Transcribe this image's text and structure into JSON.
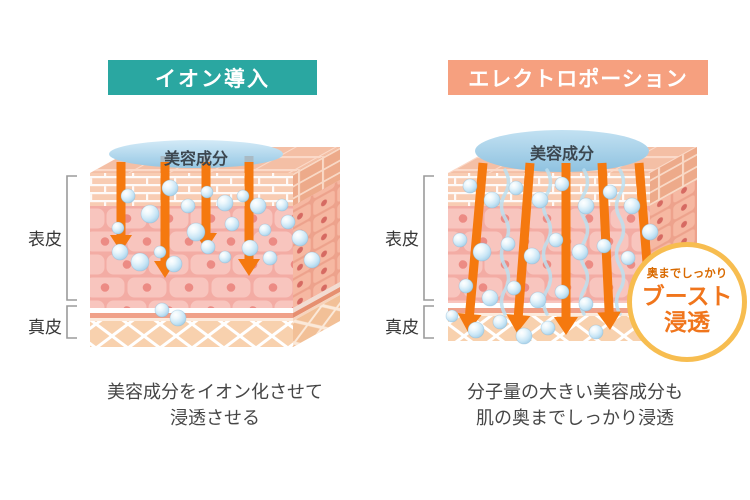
{
  "panels": {
    "left": {
      "header": "イオン導入",
      "serum": "美容成分",
      "epidermis": "表皮",
      "dermis": "真皮",
      "caption1": "美容成分をイオン化させて",
      "caption2": "浸透させる"
    },
    "right": {
      "header": "エレクトロポーション",
      "serum": "美容成分",
      "epidermis": "表皮",
      "dermis": "真皮",
      "badge1": "奥までしっかり",
      "badge2": "ブースト",
      "badge3": "浸透",
      "caption1": "分子量の大きい美容成分も",
      "caption2": "肌の奥までしっかり浸透"
    }
  },
  "colors": {
    "left_header_bg": "#2aa7a1",
    "right_header_bg": "#f6a07f",
    "header_text": "#ffffff",
    "arrow_orange": "#f5790f",
    "serum_blue": "#a8d2ea",
    "badge_ring": "#f7bd50",
    "badge_text": "#f0751c",
    "badge_small_text": "#d96a00",
    "caption_text": "#464646",
    "epidermis_pink": "#f3aca4",
    "dermis_peach": "#f8d1ae"
  }
}
